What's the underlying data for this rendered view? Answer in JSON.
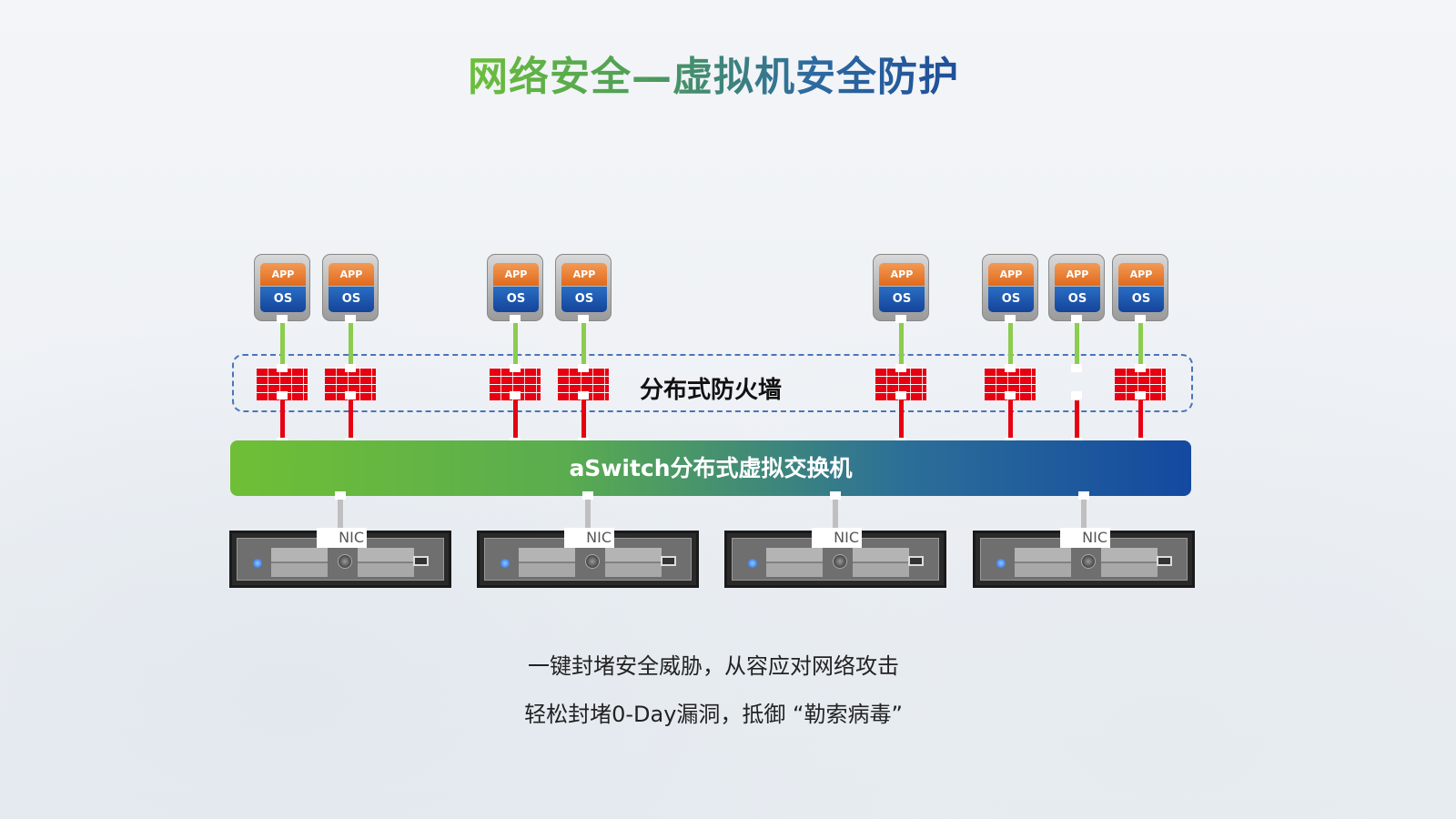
{
  "title": "网络安全—虚拟机安全防护",
  "vms": [
    {
      "app": "APP",
      "os": "OS",
      "firewall": true
    },
    {
      "app": "APP",
      "os": "OS",
      "firewall": true
    },
    {
      "app": "APP",
      "os": "OS",
      "firewall": true
    },
    {
      "app": "APP",
      "os": "OS",
      "firewall": true
    },
    {
      "app": "APP",
      "os": "OS",
      "firewall": true
    },
    {
      "app": "APP",
      "os": "OS",
      "firewall": true
    },
    {
      "app": "APP",
      "os": "OS",
      "firewall": false
    },
    {
      "app": "APP",
      "os": "OS",
      "firewall": true
    }
  ],
  "firewall_label": "分布式防火墙",
  "switch_label": "aSwitch分布式虚拟交换机",
  "servers": [
    {
      "nic": "NIC"
    },
    {
      "nic": "NIC"
    },
    {
      "nic": "NIC"
    },
    {
      "nic": "NIC"
    }
  ],
  "captions": [
    "一键封堵安全威胁，从容应对网络攻击",
    "轻松封堵0-Day漏洞，抵御 “勒索病毒”"
  ]
}
